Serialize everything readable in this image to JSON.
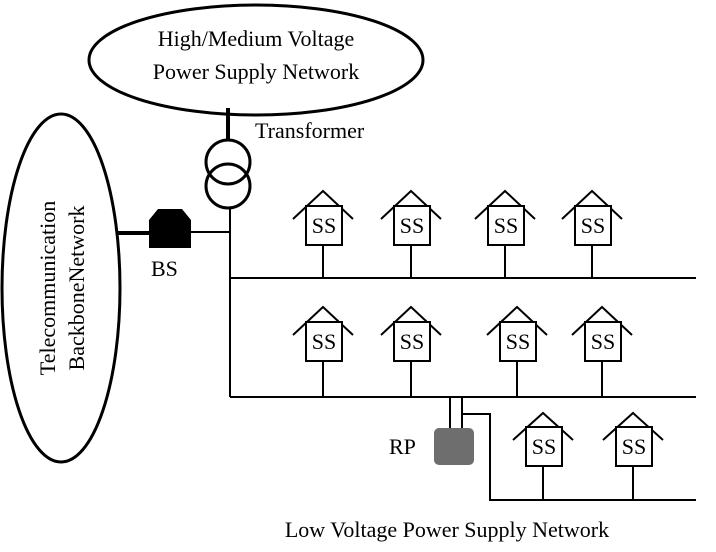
{
  "nodes": {
    "hv_network": {
      "line1": "High/Medium Voltage",
      "line2": "Power Supply Network"
    },
    "telecom": {
      "line1": "Telecommunication",
      "line2": "BackboneNetwork"
    },
    "transformer": "Transformer",
    "base_station": "BS",
    "repeater": "RP",
    "lv_network": "Low Voltage Power Supply Network",
    "subscriber": "SS"
  },
  "colors": {
    "line": "#000000",
    "bs_fill": "#000000",
    "rp_fill": "#6e6e6e",
    "background": "#ffffff"
  }
}
